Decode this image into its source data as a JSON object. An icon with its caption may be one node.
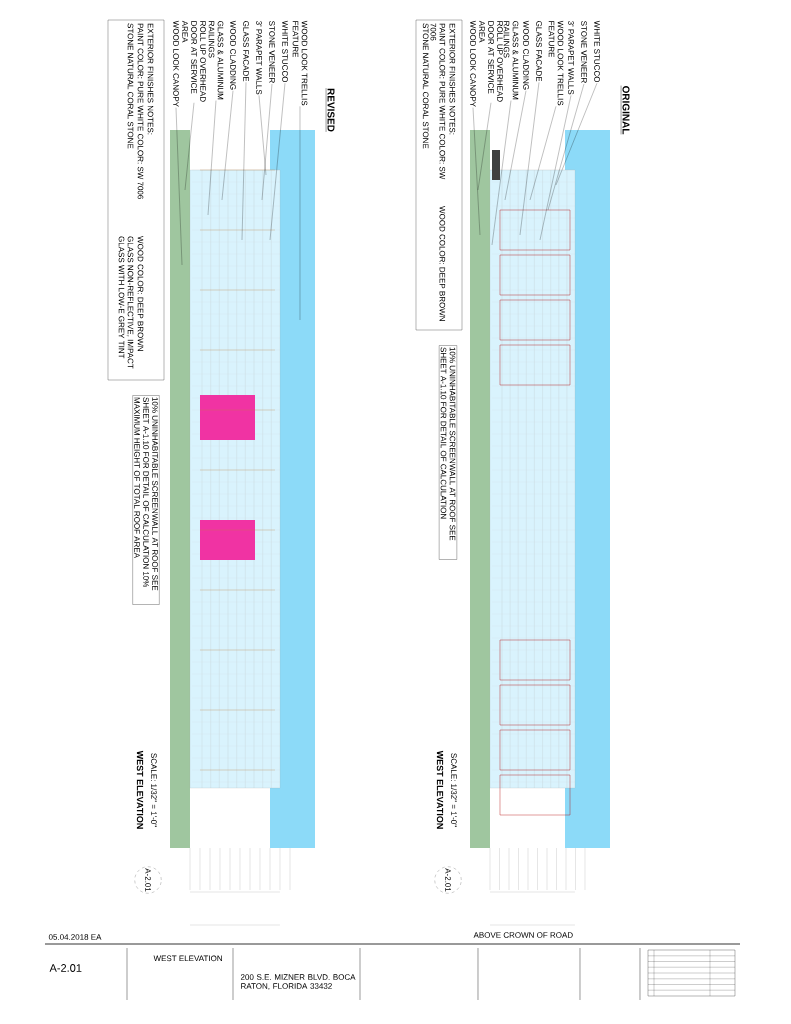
{
  "diagram": {
    "nodes": [
      {
        "text": [
          "WOOD LOOK TRELLIS FEATURE"
        ]
      },
      {
        "text": [
          "WHITE STUCCO"
        ]
      },
      {
        "text": [
          "STONE VENEER"
        ]
      },
      {
        "text": [
          "3' PARAPET WALLS"
        ]
      },
      {
        "text": [
          "GLASS FACADE"
        ]
      },
      {
        "text": [
          "WOOD CLADDING"
        ]
      },
      {
        "text": [
          "GLASS & ALUMINUM RAILINGS"
        ]
      },
      {
        "text": [
          "ROLL UP OVERHEAD DOOR AT SERVICE AREA"
        ]
      },
      {
        "text": [
          "WOOD LOOK CANOPY"
        ]
      },
      {
        "text": [
          "EXTERIOR FINISHES NOTES:",
          "PAINT COLOR: PURE WHITE COLOR: SW 7006",
          "WOOD COLOR: DEEP BROWN",
          "STONE NATURAL CORAL STONE",
          "GLASS NON-REFLECTIVE, IMPACT GLASS WITH LOW-E GREY TINT"
        ]
      },
      {
        "text": [
          "10% UNINHABITABLE SCREENWALL AT ROOF SEE SHEET A-1.10 FOR DETAIL OF CALCULATION 10% MAXIMUM HEIGHT OF TOTAL ROOF AREA"
        ]
      },
      {
        "text": [
          "WHITE STUCCO"
        ]
      },
      {
        "text": [
          "STONE VENEER"
        ]
      },
      {
        "text": [
          "3' PARAPET WALLS"
        ]
      },
      {
        "text": [
          "WOOD LOOK TRELLIS FEATURE"
        ]
      },
      {
        "text": [
          "GLASS FACADE"
        ]
      },
      {
        "text": [
          "WOOD CLADDING"
        ]
      },
      {
        "text": [
          "GLASS & ALUMINUM RAILINGS"
        ]
      },
      {
        "text": [
          "ROLL UP OVERHEAD DOOR AT SERVICE AREA"
        ]
      },
      {
        "text": [
          "WOOD LOOK CANOPY"
        ]
      },
      {
        "text": [
          "EXTERIOR FINISHES NOTES:",
          "PAINT COLOR: PURE WHITE COLOR: SW 7006",
          "WOOD COLOR: DEEP BROWN",
          "STONE NATURAL CORAL STONE"
        ]
      },
      {
        "text": [
          "10% UNINHABITABLE SCREENWALL AT ROOF SEE SHEET A-1.10 FOR DETAIL OF CALCULATION"
        ]
      }
    ],
    "edges": [
      {
        "from": 0,
        "to": null,
        "arrow": "none"
      },
      {
        "from": 1,
        "to": null,
        "arrow": "none"
      },
      {
        "from": 2,
        "to": null,
        "arrow": "none"
      },
      {
        "from": 3,
        "to": null,
        "arrow": "none"
      },
      {
        "from": 4,
        "to": null,
        "arrow": "none"
      },
      {
        "from": 5,
        "to": null,
        "arrow": "none"
      },
      {
        "from": 6,
        "to": null,
        "arrow": "none"
      },
      {
        "from": 7,
        "to": null,
        "arrow": "none"
      },
      {
        "from": 8,
        "to": null,
        "arrow": "none"
      },
      {
        "from": 11,
        "to": null,
        "arrow": "none"
      },
      {
        "from": 12,
        "to": null,
        "arrow": "none"
      },
      {
        "from": 13,
        "to": null,
        "arrow": "none"
      },
      {
        "from": 14,
        "to": null,
        "arrow": "none"
      },
      {
        "from": 15,
        "to": null,
        "arrow": "none"
      },
      {
        "from": 16,
        "to": null,
        "arrow": "none"
      },
      {
        "from": 17,
        "to": null,
        "arrow": "none"
      },
      {
        "from": 18,
        "to": null,
        "arrow": "none"
      },
      {
        "from": 19,
        "to": null,
        "arrow": "none"
      }
    ],
    "labels": [
      "REVISED",
      "ORIGINAL",
      "WEST ELEVATION",
      "SCALE: 1/32\" = 1'-0\"",
      "A-2.01",
      "WEST ELEVATION",
      "SCALE: 1/32\" = 1'-0\"",
      "A-2.01",
      "05.04.2018 EA",
      "ABOVE CROWN OF ROAD",
      "WEST ELEVATION",
      "A-2.01",
      "200 S.E. MIZNER BLVD. BOCA RATON, FLORIDA 33432"
    ]
  }
}
